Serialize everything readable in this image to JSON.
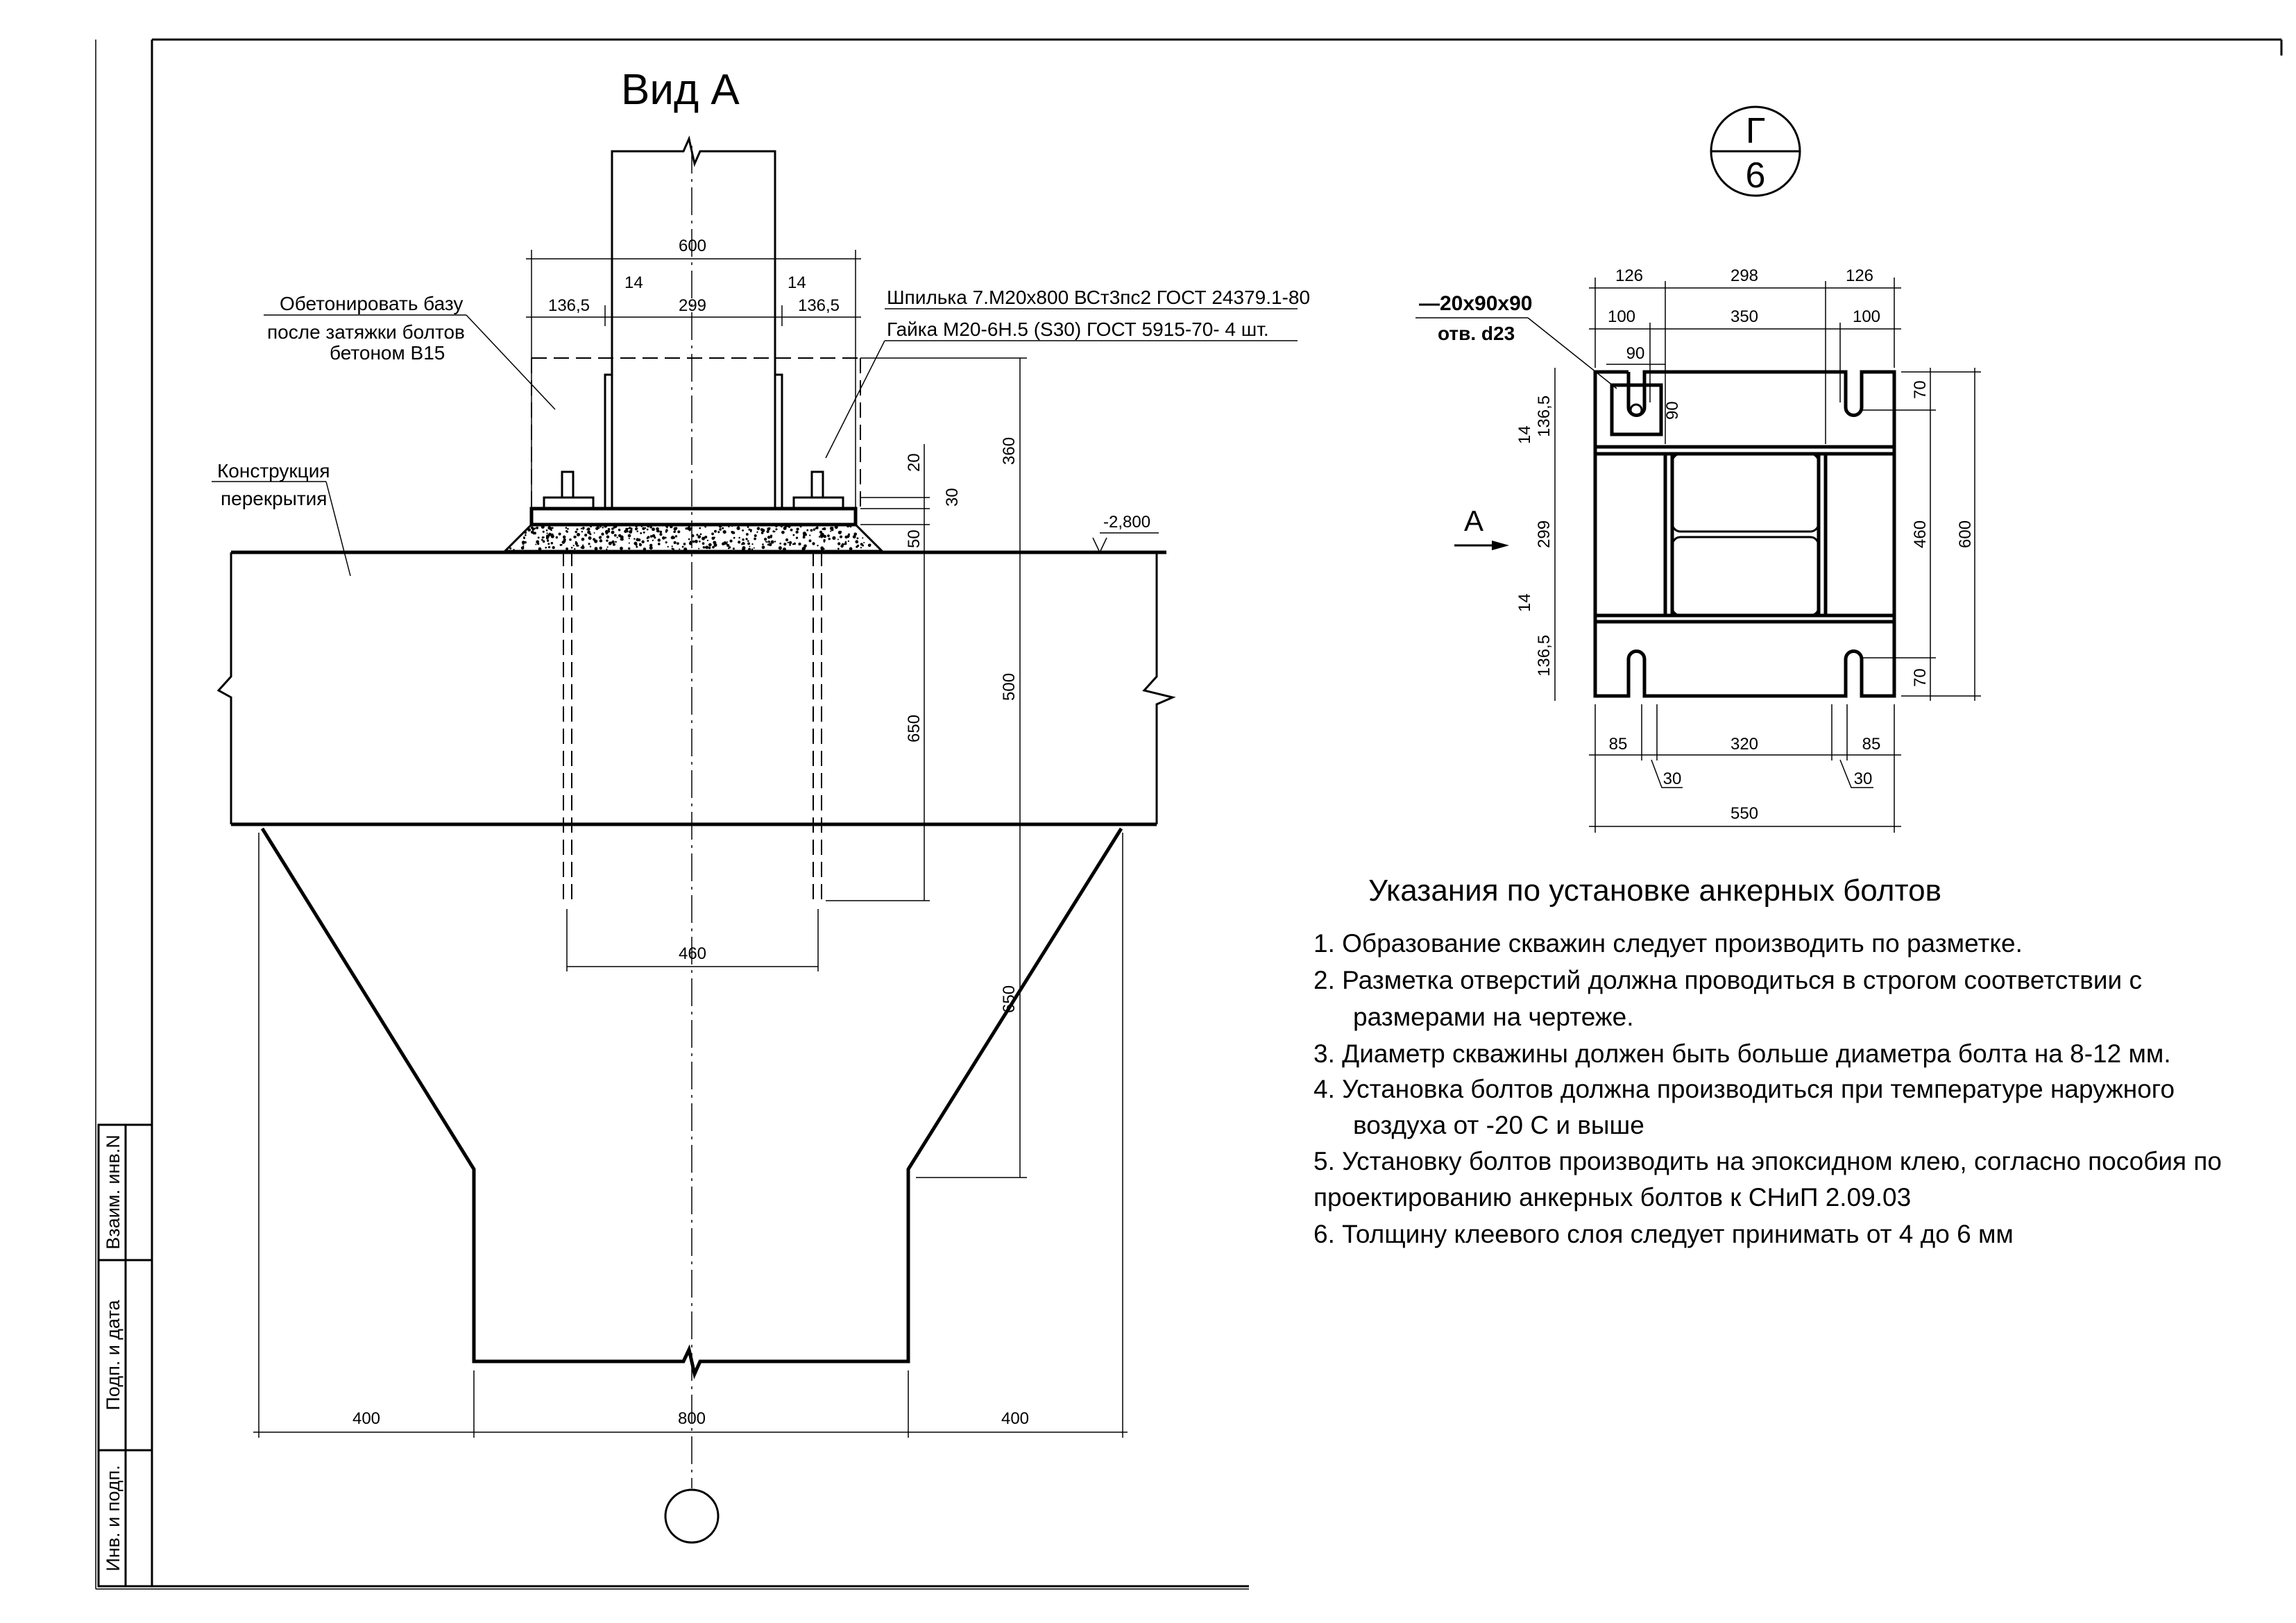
{
  "view_a": {
    "title": "Вид А",
    "label_concrete": [
      "Обетонировать базу",
      "после затяжки болтов",
      "бетоном В15"
    ],
    "label_stud": "Шпилька 7.М20х800 ВСт3пс2 ГОСТ 24379.1-80",
    "label_nut": "Гайка М20-6Н.5 (S30) ГОСТ 5915-70- 4 шт.",
    "label_slab": [
      "Конструкция",
      "перекрытия"
    ],
    "level": "-2,800",
    "dims": {
      "d600": "600",
      "d136_l": "136,5",
      "d14_l": "14",
      "d299": "299",
      "d14_r": "14",
      "d136_r": "136,5",
      "d20": "20",
      "d30": "30",
      "d50": "50",
      "d360": "360",
      "d500": "500",
      "d650_a": "650",
      "d650_b": "650",
      "d460": "460",
      "d400_l": "400",
      "d800": "800",
      "d400_r": "400"
    }
  },
  "section_marker": {
    "top": "Г",
    "bottom": "6"
  },
  "plan": {
    "plate_label": "—20х90х90",
    "hole_label": "отв. d23",
    "view_arrow": "А",
    "dims": {
      "t126_l": "126",
      "t298": "298",
      "t126_r": "126",
      "t100_l": "100",
      "t350": "350",
      "t100_r": "100",
      "t90": "90",
      "t90v": "90",
      "l136_t": "136,5",
      "l14_t": "14",
      "l299": "299",
      "l14_b": "14",
      "l136_b": "136,5",
      "r70_t": "70",
      "r460": "460",
      "r70_b": "70",
      "r600": "600",
      "b85_l": "85",
      "b320": "320",
      "b85_r": "85",
      "b30_l": "30",
      "b30_r": "30",
      "b550": "550"
    }
  },
  "notes": {
    "title": "Указания по установке анкерных болтов",
    "lines": [
      "1. Образование скважин следует производить по разметке.",
      "2. Разметка отверстий должна проводиться в строгом соответствии с",
      "размерами на чертеже.",
      "3. Диаметр скважины должен быть больше диаметра болта на 8-12 мм.",
      "4. Установка болтов должна производиться при температуре наружного",
      "воздуха от -20 С и выше",
      "5. Установку болтов производить на эпоксидном клею, согласно пособия по",
      "проектированию анкерных болтов к СНиП 2.09.03",
      "6. Толщину клеевого слоя следует принимать от 4 до 6 мм"
    ]
  },
  "stamp": {
    "col1": "Взаим. инв.N",
    "col2": "Подп. и дата",
    "col3": "Инв. и подп."
  }
}
